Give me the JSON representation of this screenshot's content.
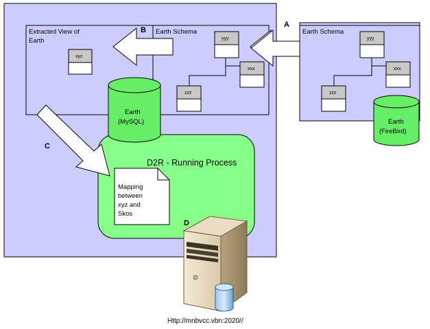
{
  "diagram": {
    "arrow_labels": {
      "a": "A",
      "b": "B",
      "c": "C",
      "d": "D"
    },
    "extracted_view": {
      "title_line1": "Extracted View of",
      "title_line2": "Earth",
      "table": "xyz"
    },
    "local_schema": {
      "title": "Earth Schema",
      "tables": [
        "yyy",
        "xxx",
        "zzz"
      ]
    },
    "remote_schema": {
      "title": "Earth Schema",
      "tables": [
        "yyy",
        "xxx",
        "zzz"
      ],
      "db_line1": "Earth",
      "db_line2": "(FireBird)"
    },
    "local_db": {
      "line1": "Earth",
      "line2": "(MySQL)"
    },
    "d2r": {
      "title": "D2R - Running Process",
      "doc_lines": [
        "Mapping",
        "between",
        "xyz and",
        "Skos"
      ]
    },
    "server_url": "Http://mnbvcc.vbn:2020//",
    "colors": {
      "panel": "#ccccff",
      "cylinder": "#66ee66",
      "d2r_fill": "#88ff88",
      "table_header": "#c8c8c8"
    }
  }
}
